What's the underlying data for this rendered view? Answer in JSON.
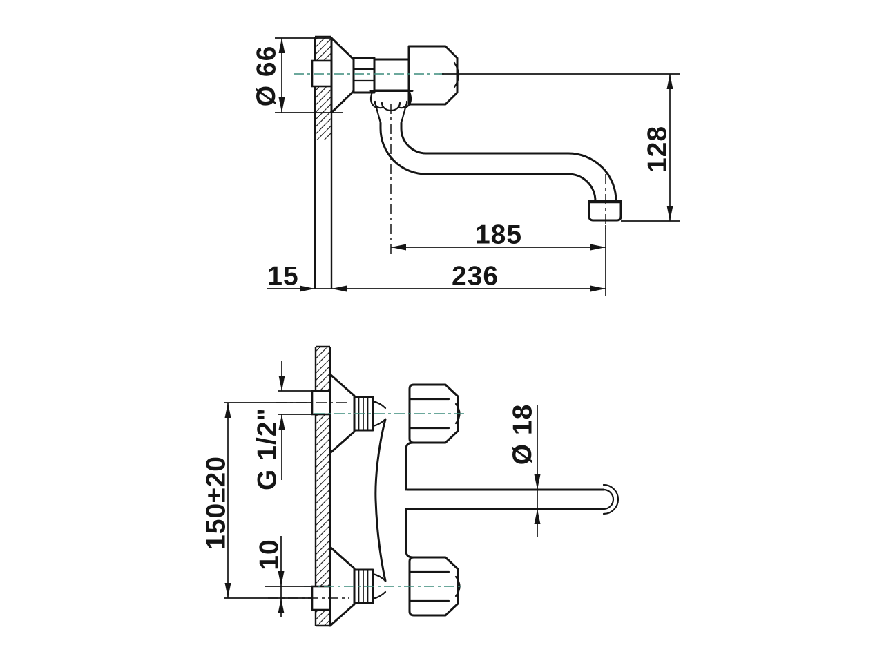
{
  "drawing": {
    "type": "technical-dimension-drawing",
    "subject": "wall-mounted two-handle faucet with S-spout, side elevation and top plan view",
    "colors": {
      "line": "#151515",
      "centerline_accent": "#3c8c7c",
      "background": "#ffffff"
    }
  },
  "side_view": {
    "label": "side-elevation",
    "dims": {
      "escutcheon_diameter": "Ø 66",
      "drop_height": "128",
      "spout_reach": "185",
      "total_reach": "236",
      "wall_thickness": "15"
    }
  },
  "plan_view": {
    "label": "top-plan",
    "dims": {
      "inlet_thread": "G 1/2\"",
      "inlet_centers": "150±20",
      "eccentric_offset": "10",
      "spout_diameter": "Ø 18"
    }
  }
}
